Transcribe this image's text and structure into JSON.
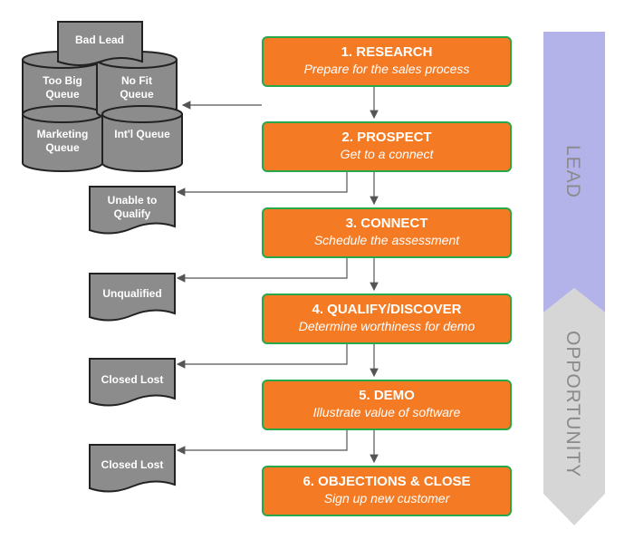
{
  "steps": [
    {
      "title": "1. RESEARCH",
      "subtitle": "Prepare for the sales process"
    },
    {
      "title": "2. PROSPECT",
      "subtitle": "Get to a connect"
    },
    {
      "title": "3. CONNECT",
      "subtitle": "Schedule the assessment"
    },
    {
      "title": "4. QUALIFY/DISCOVER",
      "subtitle": "Determine worthiness for demo"
    },
    {
      "title": "5. DEMO",
      "subtitle": "Illustrate value of software"
    },
    {
      "title": "6. OBJECTIONS & CLOSE",
      "subtitle": "Sign up new customer"
    }
  ],
  "queues": {
    "bad_lead": "Bad Lead",
    "too_big": "Too Big Queue",
    "no_fit": "No Fit Queue",
    "marketing": "Marketing Queue",
    "intl": "Int'l Queue"
  },
  "outcomes": [
    "Unable to Qualify",
    "Unqualified",
    "Closed Lost",
    "Closed Lost"
  ],
  "stages": {
    "lead": "LEAD",
    "opportunity": "OPPORTUNITY"
  },
  "colors": {
    "step_fill": "#f47a23",
    "step_border": "#27a84a",
    "shape_fill": "#8c8c8c",
    "lead_band": "#b3b3ea",
    "opportunity_band": "#d6d6d6"
  }
}
